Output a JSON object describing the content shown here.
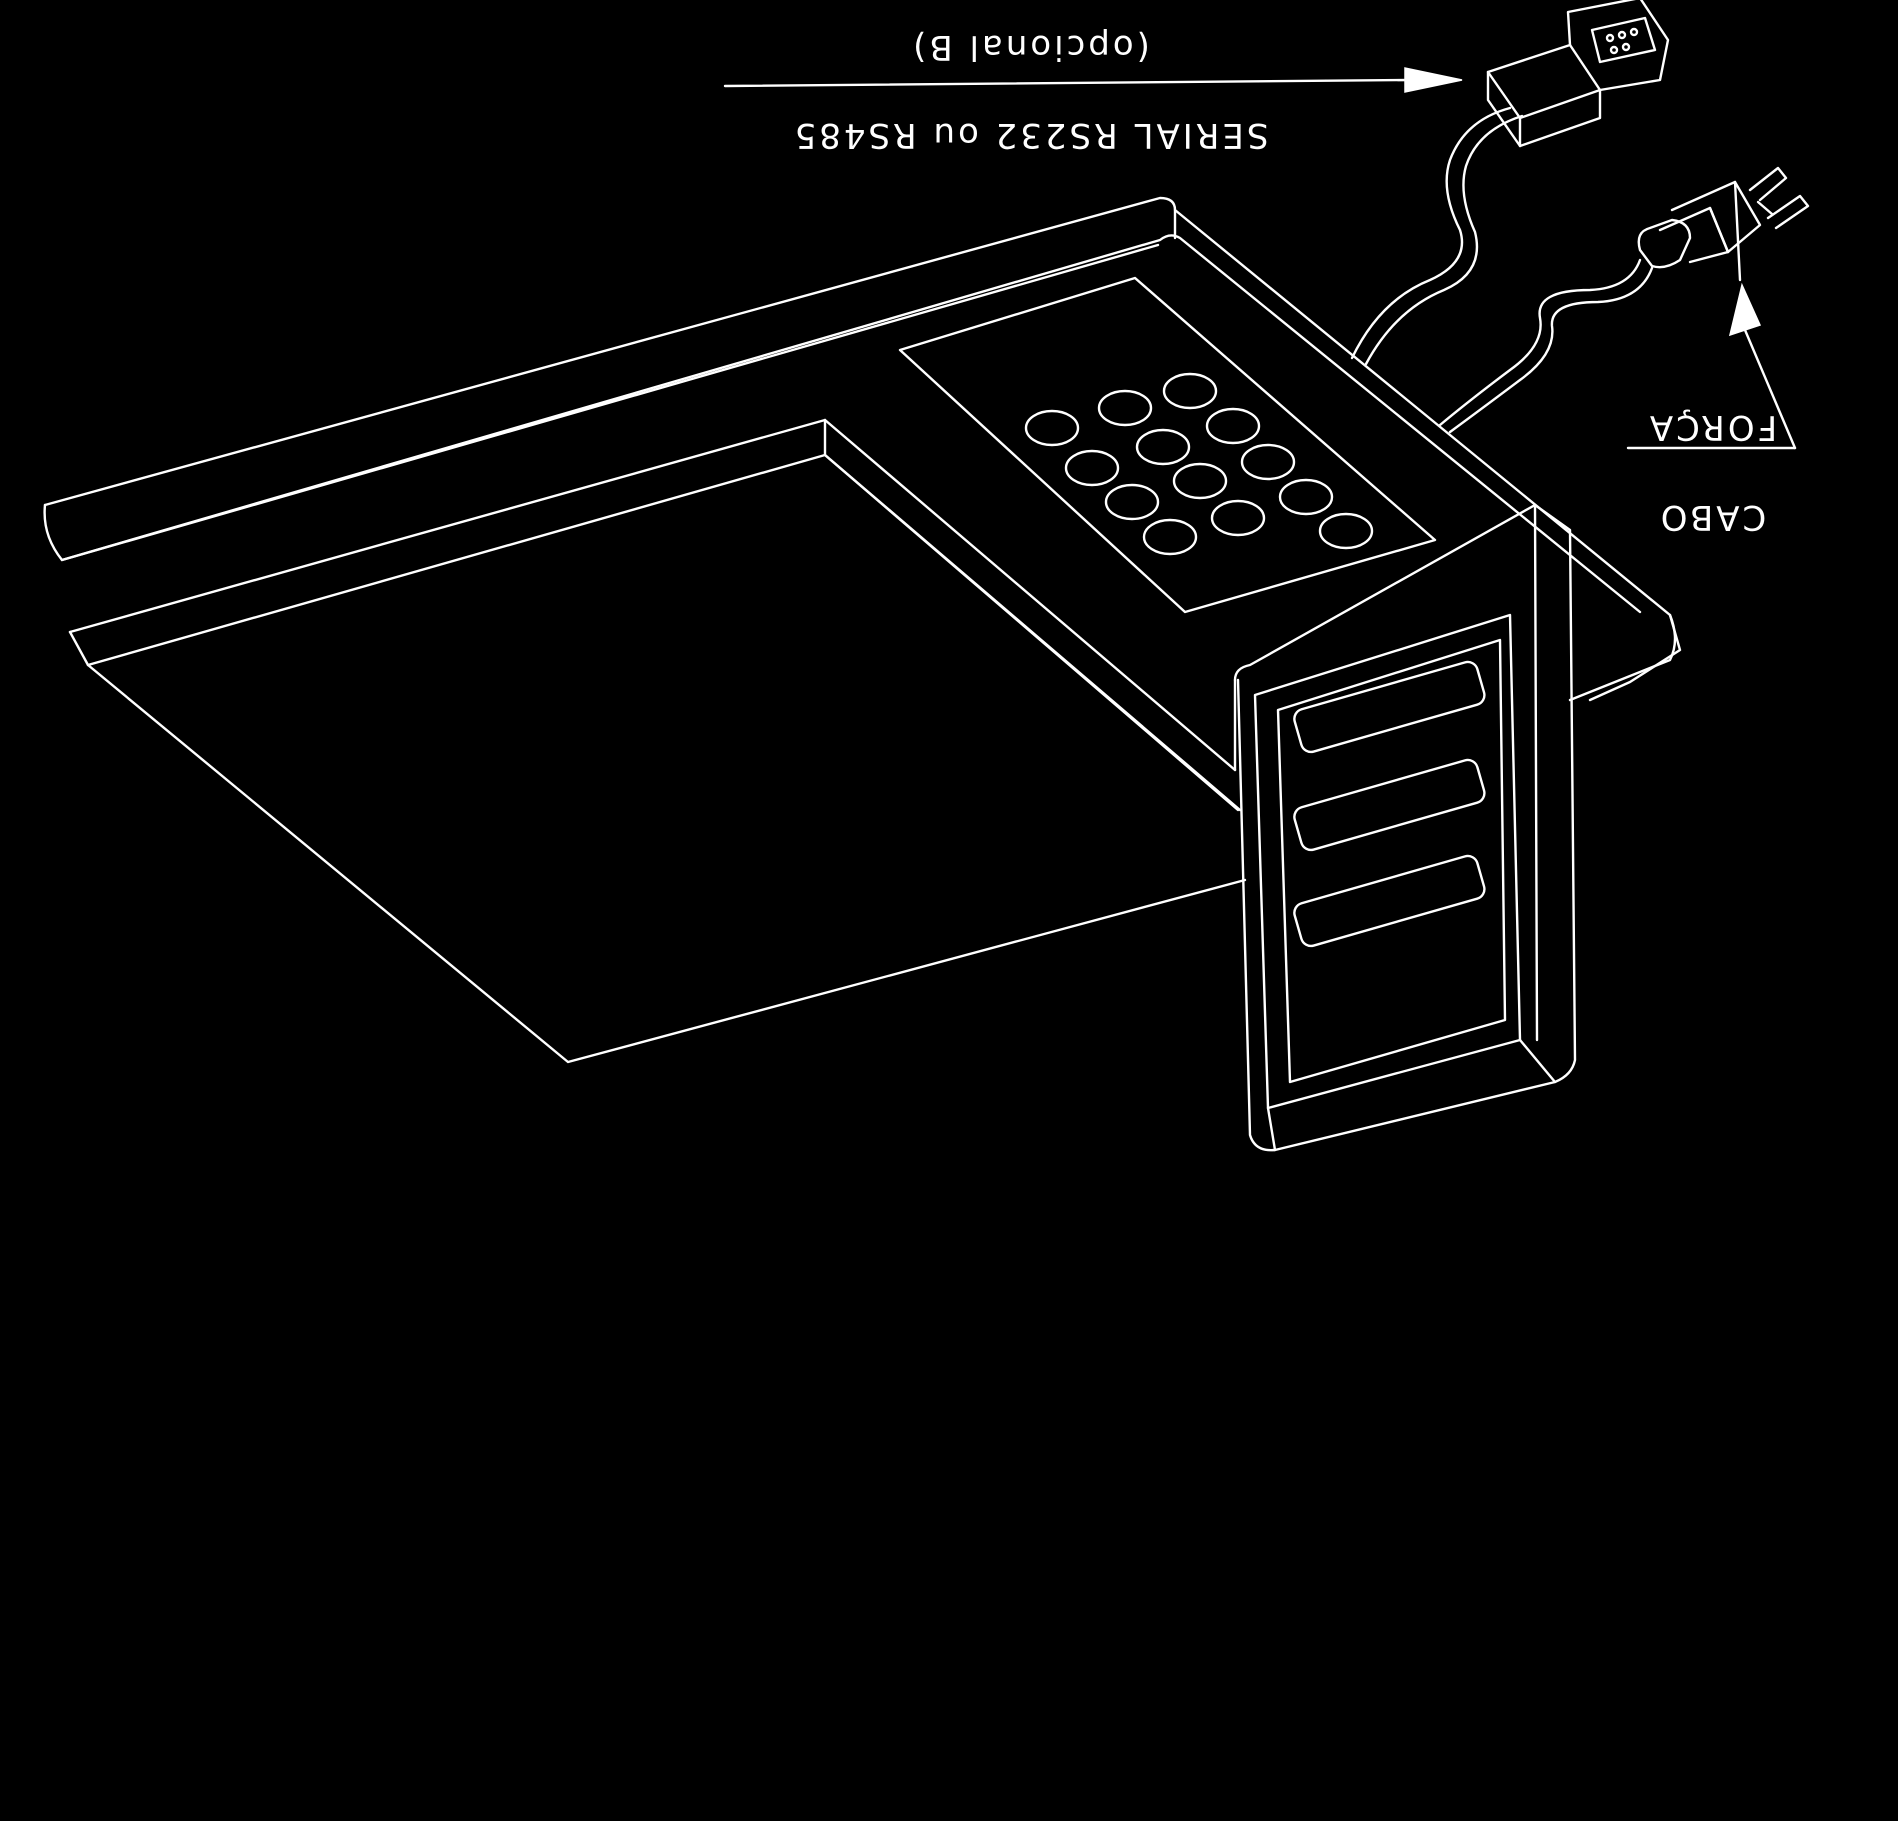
{
  "labels": {
    "serial_line1": "(opcional B)",
    "serial_line2": "SERIAL RS232 ou RS485",
    "power_line1": "FORÇA",
    "power_line2": "CABO"
  },
  "colors": {
    "background": "#000000",
    "line": "#ffffff"
  }
}
